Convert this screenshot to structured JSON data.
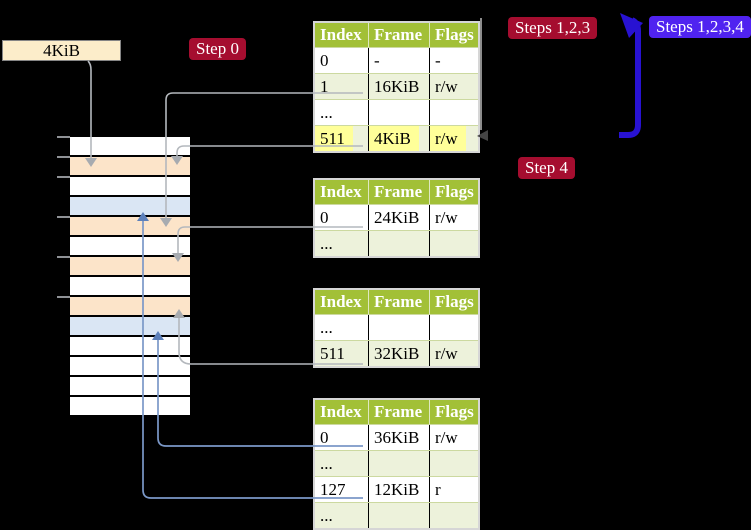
{
  "colors": {
    "bg": "#000000",
    "label-cream": "#fcedca",
    "badge-red": "#a50d2f",
    "badge-blue": "#5023f0",
    "header-green": "#a2c037",
    "row-green": "#edf2db",
    "row-white": "#ffffff",
    "highlight-yellow": "#ffff99",
    "mem-peach": "#fce4c9",
    "mem-blue": "#dae6f4",
    "mem-white": "#ffffff",
    "gray-line": "#b4b8bd",
    "gray-head": "#a7abb0",
    "blue-line": "#7b98c8",
    "blue-head": "#5d80ba",
    "bracket-blue": "#2812d2",
    "tick-gray": "#8f9296",
    "callout-gray": "#c9c9c9",
    "callout-dark": "#454545"
  },
  "labels": {
    "page_size": "4KiB",
    "step0": "Step 0",
    "steps123": "Steps 1,2,3",
    "steps1234": "Steps 1,2,3,4",
    "step4": "Step 4"
  },
  "memory": {
    "rows": [
      {
        "color": "mem-white"
      },
      {
        "color": "mem-peach"
      },
      {
        "color": "mem-white"
      },
      {
        "color": "mem-blue"
      },
      {
        "color": "mem-peach"
      },
      {
        "color": "mem-white"
      },
      {
        "color": "mem-peach"
      },
      {
        "color": "mem-white"
      },
      {
        "color": "mem-peach"
      },
      {
        "color": "mem-blue"
      },
      {
        "color": "mem-white"
      },
      {
        "color": "mem-white"
      },
      {
        "color": "mem-white"
      },
      {
        "color": "mem-white"
      }
    ]
  },
  "tables": [
    {
      "name": "page-table-level-top",
      "headers": [
        "Index",
        "Frame",
        "Flags"
      ],
      "rows": [
        {
          "cells": [
            "0",
            "-",
            "-"
          ],
          "shaded": false,
          "highlight": false
        },
        {
          "cells": [
            "1",
            "16KiB",
            "r/w"
          ],
          "shaded": true,
          "highlight": false
        },
        {
          "cells": [
            "...",
            "",
            ""
          ],
          "shaded": false,
          "highlight": false
        },
        {
          "cells": [
            "511",
            "4KiB",
            "r/w"
          ],
          "shaded": true,
          "highlight": true
        }
      ]
    },
    {
      "name": "page-table-second",
      "headers": [
        "Index",
        "Frame",
        "Flags"
      ],
      "rows": [
        {
          "cells": [
            "0",
            "24KiB",
            "r/w"
          ],
          "shaded": false,
          "highlight": false
        },
        {
          "cells": [
            "...",
            "",
            ""
          ],
          "shaded": true,
          "highlight": false
        }
      ]
    },
    {
      "name": "page-table-third",
      "headers": [
        "Index",
        "Frame",
        "Flags"
      ],
      "rows": [
        {
          "cells": [
            "...",
            "",
            ""
          ],
          "shaded": false,
          "highlight": false
        },
        {
          "cells": [
            "511",
            "32KiB",
            "r/w"
          ],
          "shaded": true,
          "highlight": false
        }
      ]
    },
    {
      "name": "page-table-bottom",
      "headers": [
        "Index",
        "Frame",
        "Flags"
      ],
      "rows": [
        {
          "cells": [
            "0",
            "36KiB",
            "r/w"
          ],
          "shaded": false,
          "highlight": false
        },
        {
          "cells": [
            "...",
            "",
            ""
          ],
          "shaded": true,
          "highlight": false
        },
        {
          "cells": [
            "127",
            "12KiB",
            "r"
          ],
          "shaded": false,
          "highlight": false
        },
        {
          "cells": [
            "...",
            "",
            ""
          ],
          "shaded": true,
          "highlight": false
        }
      ]
    }
  ]
}
